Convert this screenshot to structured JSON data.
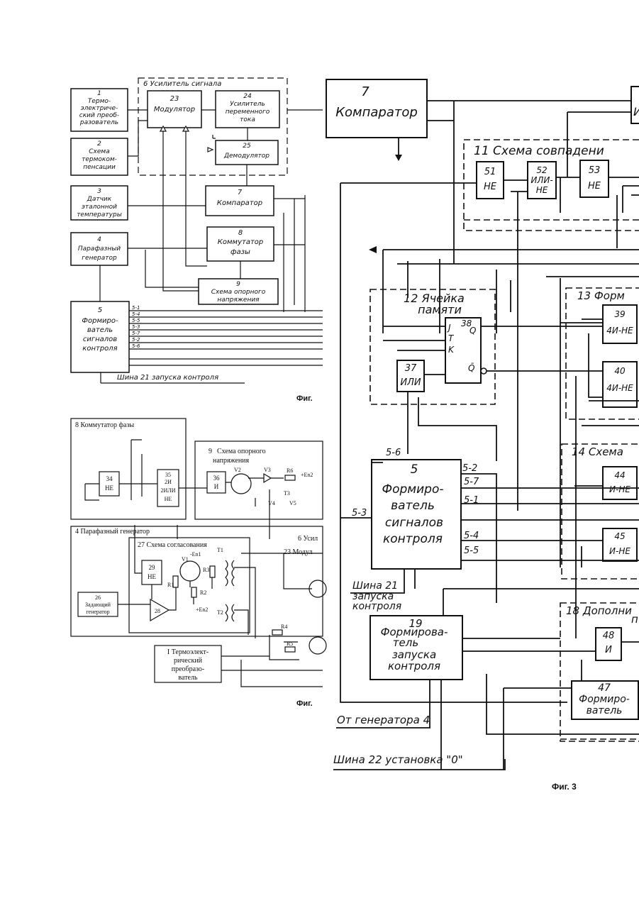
{
  "fig_a": {
    "title": "6 Усилитель сигнала",
    "b1": [
      "1",
      "Термо-",
      "электриче-",
      "ский преоб-",
      "разователь"
    ],
    "b2": [
      "2",
      "Схема",
      "термоком-",
      "пенсации"
    ],
    "b3": [
      "3",
      "Датчик",
      "эталонной",
      "температуры"
    ],
    "b4": [
      "4",
      "Парафазный",
      "генератор"
    ],
    "b23": [
      "23",
      "Модулятор"
    ],
    "b24": [
      "24",
      "Усилитель",
      "переменного",
      "тока"
    ],
    "b25": [
      "25",
      "Демодулятор"
    ],
    "b7": [
      "7",
      "Компаратор"
    ],
    "b8": [
      "8",
      "Коммутатор",
      "фазы"
    ],
    "b9": [
      "9",
      "Схема опорного",
      "напряжения"
    ],
    "b5": [
      "5",
      "Формиро-",
      "ватель",
      "сигналов",
      "контроля"
    ],
    "outs": [
      "5-1",
      "5-4",
      "5-5",
      "5-3",
      "5-7",
      "5-2",
      "5-6"
    ],
    "bus": "Шина 21 запуска контроля",
    "caption": "Фиг."
  },
  "fig_b": {
    "g8": "8 Коммутатор фазы",
    "g9": [
      "9",
      "Схема опорного",
      "напряжения"
    ],
    "g4": "4 Парафазный генератор",
    "g27": "27 Схема согласования",
    "g6": "6 Усил",
    "g23": "23 Модул",
    "b34": [
      "34",
      "НЕ"
    ],
    "b35": [
      "35",
      "2И",
      "2ИЛИ",
      "НЕ"
    ],
    "b36": [
      "36",
      "И"
    ],
    "b29": [
      "29",
      "НЕ"
    ],
    "b26": [
      "26",
      "Задающий",
      "генератор"
    ],
    "b28": "28",
    "parts": [
      "V2",
      "V3",
      "R6",
      "+En2",
      "T3",
      "V4",
      "V5",
      "V1",
      "-En1",
      "T1",
      "R1",
      "R2",
      "R3",
      "T2",
      "+En2",
      "R4",
      "R5"
    ],
    "b1": [
      "I Термоэлект-",
      "рический",
      "преобразо-",
      "ватель"
    ],
    "caption": "Фиг."
  },
  "fig_c": {
    "b7": [
      "7",
      "Компаратор"
    ],
    "g11": "11 Схема совпадени",
    "b51": [
      "51",
      "НЕ"
    ],
    "b52": [
      "52",
      "ИЛИ-",
      "НЕ"
    ],
    "b53": [
      "53",
      "НЕ"
    ],
    "i_frag": "И",
    "g12": [
      "12 Ячейка",
      "памяти"
    ],
    "t38": [
      "38",
      "J",
      "T",
      "K",
      "Q",
      "Q̄"
    ],
    "b37": [
      "37",
      "ИЛИ"
    ],
    "g13": "13 Форм",
    "b39": [
      "39",
      "4И-НЕ"
    ],
    "b40": [
      "40",
      "4И-НЕ"
    ],
    "g14": "14 Схема",
    "b44": [
      "44",
      "И-НЕ"
    ],
    "b45": [
      "45",
      "И-НЕ"
    ],
    "b5": [
      "5",
      "Формиро-",
      "ватель",
      "сигналов",
      "контроля"
    ],
    "labels": [
      "5-6",
      "5-2",
      "5-7",
      "5-1",
      "5-3",
      "5-4",
      "5-5"
    ],
    "bus21": [
      "Шина 21",
      "запуска",
      "контроля"
    ],
    "b19": [
      "19",
      "Формирова-",
      "тель",
      "запуска",
      "контроля"
    ],
    "g18": [
      "18 Дополни",
      "п"
    ],
    "b48": [
      "48",
      "И"
    ],
    "b47": [
      "47",
      "Формиро-",
      "ватель"
    ],
    "gen": "От генератора 4",
    "bus22": "Шина 22 установка \"0\"",
    "caption": "Фиг. 3"
  }
}
